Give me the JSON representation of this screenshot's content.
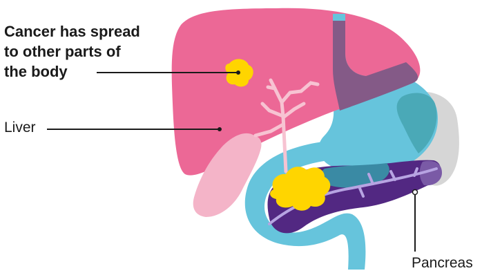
{
  "labels": {
    "cancer_lines": [
      "Cancer has spread",
      "to other parts of",
      "the body"
    ],
    "liver": "Liver",
    "pancreas": "Pancreas"
  },
  "colors": {
    "liver": "#ec6896",
    "stomach": "#66c4dc",
    "stomach_overlap": "#845a87",
    "spleen": "#d6d6d6",
    "pancreas": "#522882",
    "pancreas_dark_teal": "#3a8aa4",
    "gallbladder": "#f4b4c8",
    "bile_duct": "#f7c3d2",
    "pancreatic_duct": "#b7a4e2",
    "tumour": "#ffd500",
    "leader_line": "#1a1a1a"
  }
}
